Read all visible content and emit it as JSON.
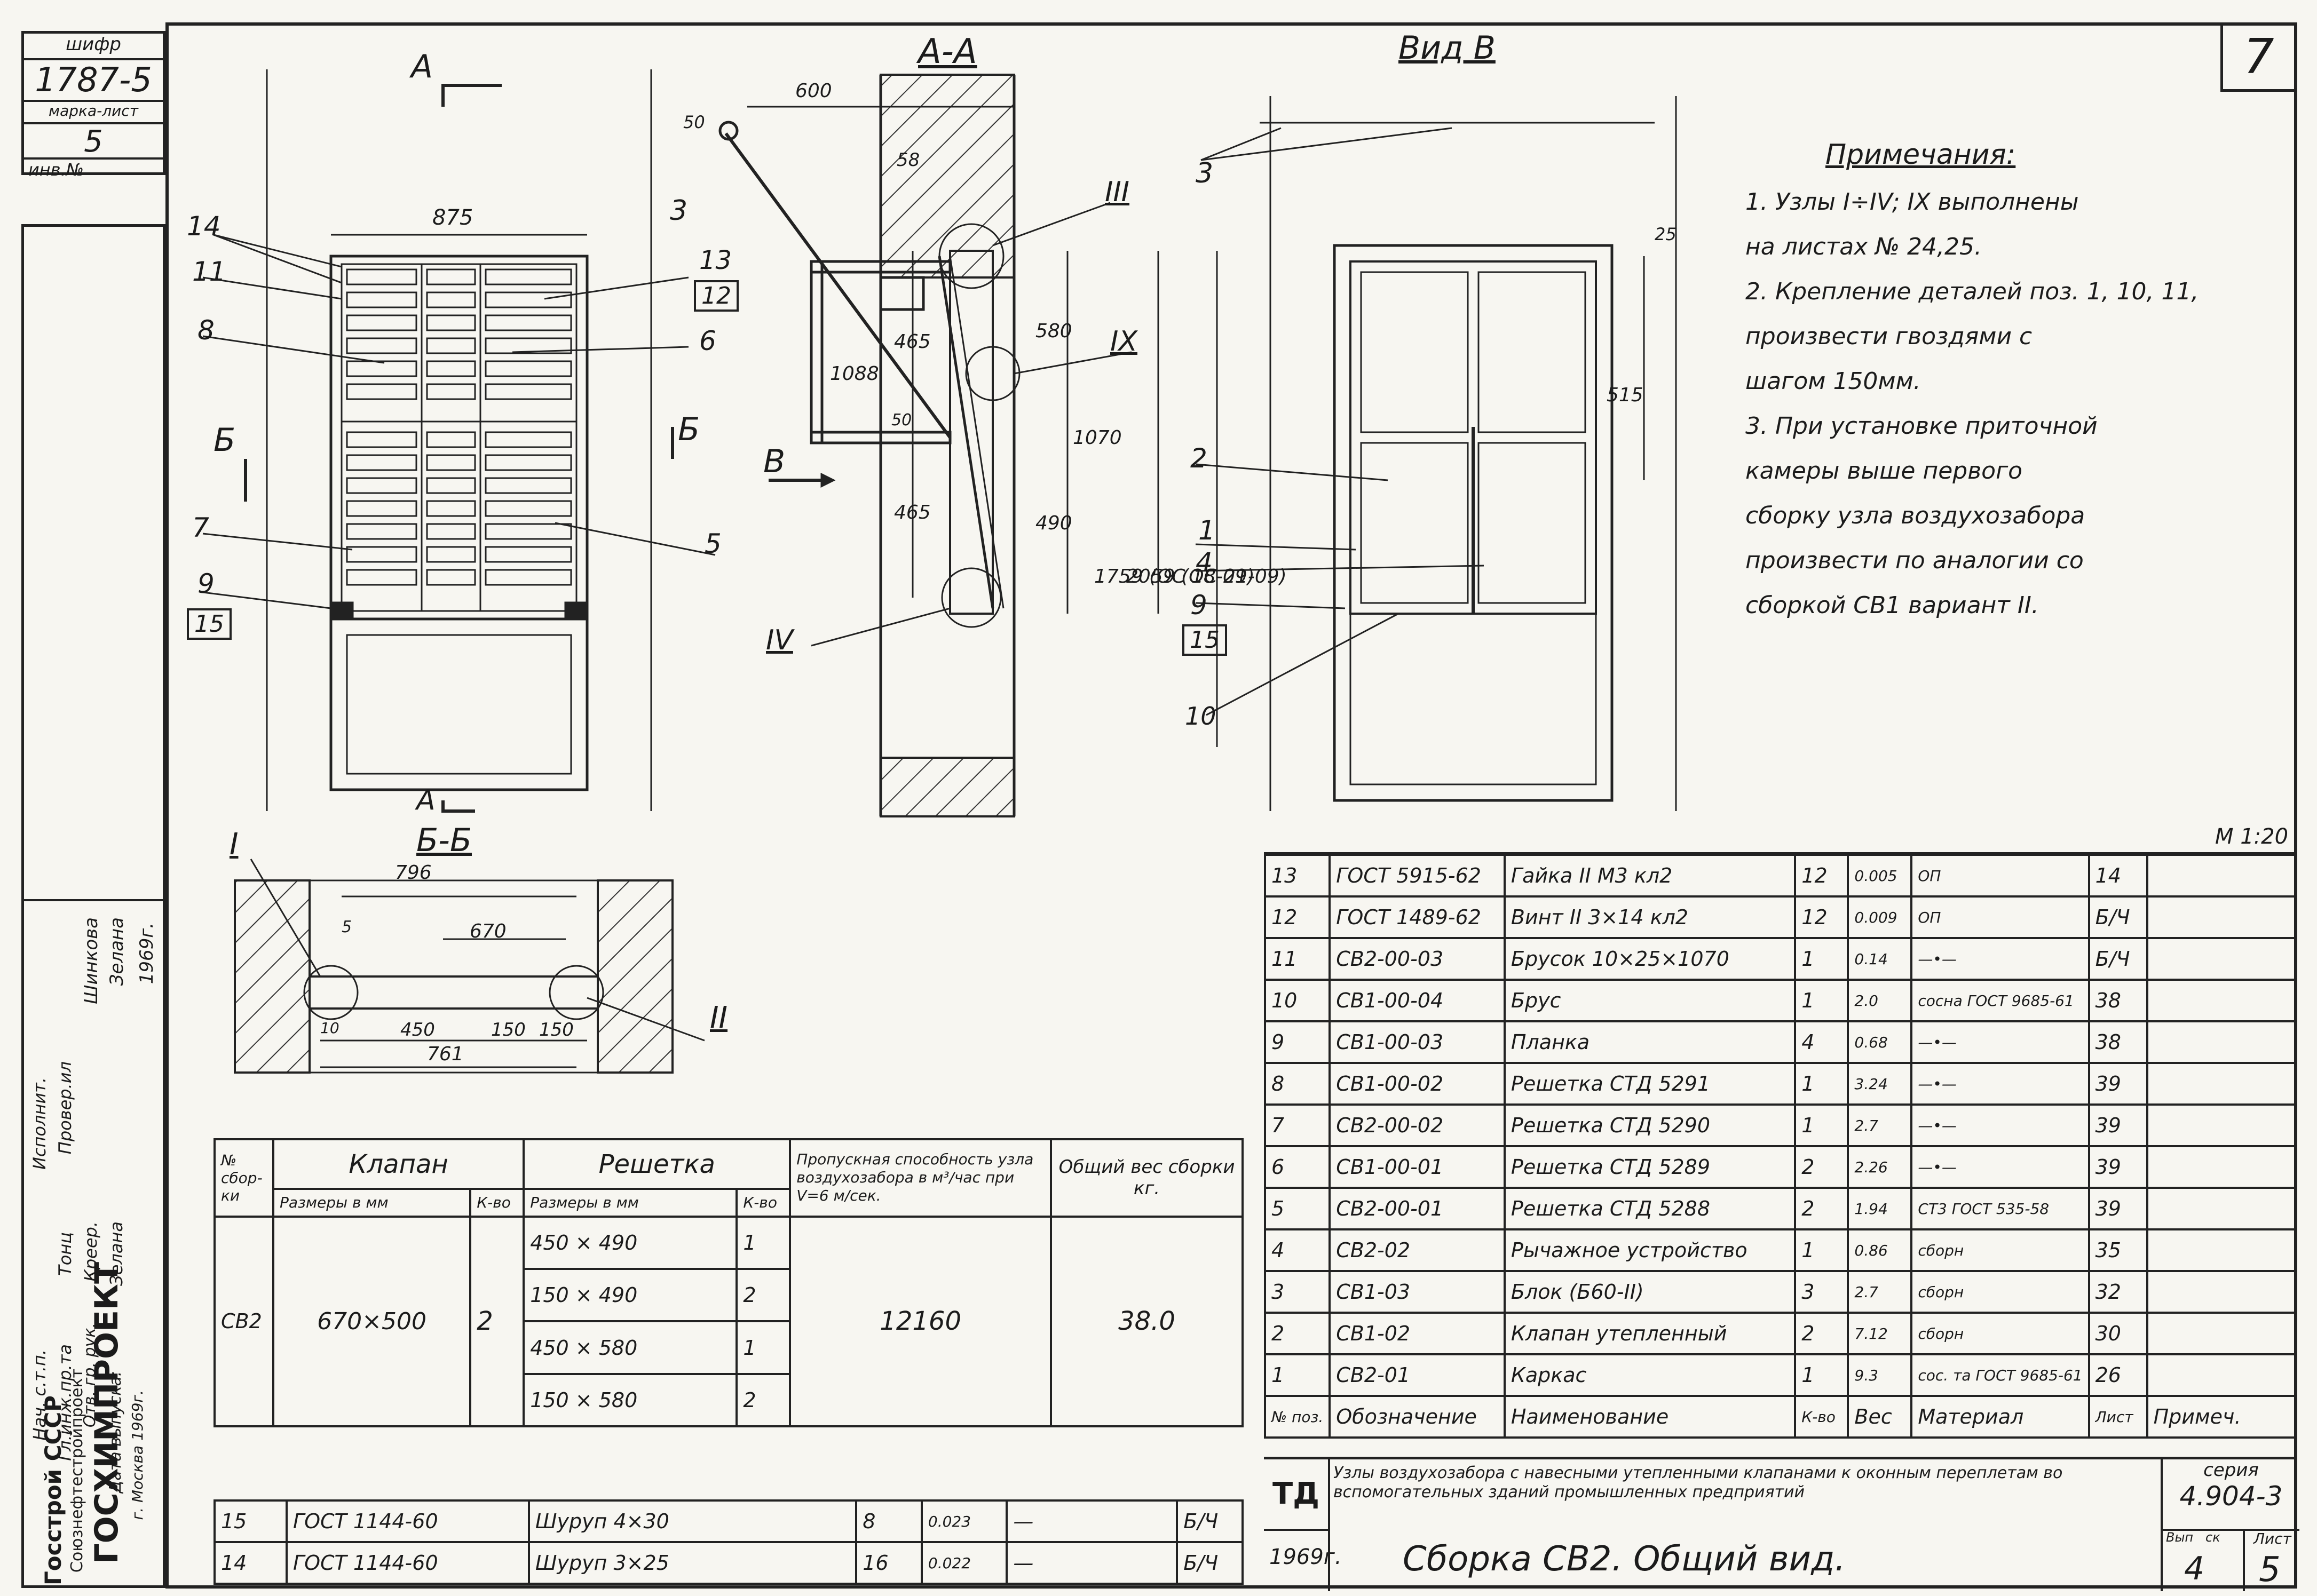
{
  "sheet_number": "7",
  "cipher_block": {
    "label_shifr": "шифр",
    "code": "1787-5",
    "label_marka": "марка-лист",
    "marka_value": "5",
    "label_inv": "инв.№"
  },
  "side_stamp": {
    "org1": "Госстрой СССР",
    "org2": "Союзнефтестройпроект",
    "org3": "ГОСХИМПРОЕКТ",
    "org4": "г. Москва 1969г.",
    "roles": [
      "Исполнит.",
      "Провер.ил",
      "Нач. с.т.п.",
      "Гл.инж.пр.та",
      "Отв. гр. рук.",
      "Дата выпуска:"
    ],
    "names": [
      "Шинкова",
      "Зелана",
      "Креер.",
      "Тонц",
      "Зелана"
    ],
    "year": "1969г."
  },
  "views": {
    "plan_title": "А",
    "section_aa": "А-А",
    "view_b": "Вид В",
    "section_bb": "Б-Б",
    "arrow_b": "В",
    "section_b_left": "Б",
    "section_b_right": "Б",
    "cut_a_bottom": "А",
    "scale": "М 1:20"
  },
  "dims": {
    "d875": "875",
    "d600": "600",
    "d58": "58",
    "d50": "50",
    "d465a": "465",
    "d465b": "465",
    "d580": "580",
    "d1088": "1088",
    "d1070": "1070",
    "d490": "490",
    "d1759": "1759 (ОС 18-09)",
    "d2059": "2059 (ОС 21-09)",
    "d25": "25",
    "d515": "515",
    "d796": "796",
    "d670": "670",
    "d5": "5",
    "d450": "450",
    "d150a": "150",
    "d150b": "150",
    "d10": "10",
    "d761": "761",
    "d50b": "50"
  },
  "callouts": {
    "c14": "14",
    "c11": "11",
    "c8": "8",
    "c7": "7",
    "c9": "9",
    "c15": "15",
    "c13": "13",
    "c12": "12",
    "c6": "6",
    "c5": "5",
    "c3": "3",
    "c3b": "3",
    "cIII": "III",
    "cIX": "IX",
    "cIV": "IV",
    "c2": "2",
    "c1": "1",
    "c4": "4",
    "c9b": "9",
    "c15b": "15",
    "c10": "10",
    "cI": "I",
    "cII": "II"
  },
  "notes": {
    "title": "Примечания:",
    "lines": [
      "1. Узлы I÷IV; IX выполнены",
      "на листах № 24,25.",
      "2. Крепление деталей поз. 1, 10, 11,",
      "произвести гвоздями с",
      "шагом 150мм.",
      "3. При установке приточной",
      "камеры выше первого",
      "сборку узла воздухозабора",
      "произвести по аналогии со",
      "сборкой СВ1 вариант II."
    ]
  },
  "spec_table": {
    "rows": [
      [
        "13",
        "ГОСТ 5915-62",
        "Гайка II М3 кл2",
        "12",
        "0.005",
        "ОП",
        "14",
        ""
      ],
      [
        "12",
        "ГОСТ 1489-62",
        "Винт II 3×14 кл2",
        "12",
        "0.009",
        "ОП",
        "Б/Ч",
        ""
      ],
      [
        "11",
        "СВ2-00-03",
        "Брусок 10×25×1070",
        "1",
        "0.14",
        "—•—",
        "Б/Ч",
        ""
      ],
      [
        "10",
        "СВ1-00-04",
        "Брус",
        "1",
        "2.0",
        "сосна ГОСТ 9685-61",
        "38",
        ""
      ],
      [
        "9",
        "СВ1-00-03",
        "Планка",
        "4",
        "0.68",
        "—•—",
        "38",
        ""
      ],
      [
        "8",
        "СВ1-00-02",
        "Решетка СТД 5291",
        "1",
        "3.24",
        "—•—",
        "39",
        ""
      ],
      [
        "7",
        "СВ2-00-02",
        "Решетка СТД 5290",
        "1",
        "2.7",
        "—•—",
        "39",
        ""
      ],
      [
        "6",
        "СВ1-00-01",
        "Решетка СТД 5289",
        "2",
        "2.26",
        "—•—",
        "39",
        ""
      ],
      [
        "5",
        "СВ2-00-01",
        "Решетка СТД 5288",
        "2",
        "1.94",
        "СТ3 ГОСТ 535-58",
        "39",
        ""
      ],
      [
        "4",
        "СВ2-02",
        "Рычажное устройство",
        "1",
        "0.86",
        "сборн",
        "35",
        ""
      ],
      [
        "3",
        "СВ1-03",
        "Блок (Б60-II)",
        "3",
        "2.7",
        "сборн",
        "32",
        ""
      ],
      [
        "2",
        "СВ1-02",
        "Клапан утепленный",
        "2",
        "7.12",
        "сборн",
        "30",
        ""
      ],
      [
        "1",
        "СВ2-01",
        "Каркас",
        "1",
        "9.3",
        "сос. та ГОСТ 9685-61",
        "26",
        ""
      ]
    ],
    "header": [
      "№ поз.",
      "Обозначение",
      "Наименование",
      "К-во",
      "Вес",
      "Материал",
      "Лист",
      "Примеч."
    ]
  },
  "title_block": {
    "td": "ТД",
    "series_label": "серия",
    "series": "4.904-3",
    "description": "Узлы воздухозабора с навесными утепленными клапанами к оконным переплетам во вспомогательных зданий промышленных предприятий",
    "year": "1969г.",
    "drawing_name": "Сборка СВ2. Общий вид.",
    "label_vyp": "Вып",
    "label_sk": "ск",
    "label_list": "Лист",
    "vyp": "4",
    "list": "5"
  },
  "assembly_table": {
    "h_no": "№ сбор-ки",
    "h_klapan": "Клапан",
    "h_reshetka": "Решетка",
    "h_capacity": "Пропускная способность узла воздухозабора в м³/час при V=6 м/сек.",
    "h_weight": "Общий вес сборки кг.",
    "h_sizes1": "Размеры в мм",
    "h_qty1": "К-во",
    "h_sizes2": "Размеры в мм",
    "h_qty2": "К-во",
    "no": "СВ2",
    "klapan_size": "670×500",
    "klapan_qty": "2",
    "grilles": [
      {
        "size": "450 × 490",
        "qty": "1"
      },
      {
        "size": "150 × 490",
        "qty": "2"
      },
      {
        "size": "450 × 580",
        "qty": "1"
      },
      {
        "size": "150 × 580",
        "qty": "2"
      }
    ],
    "capacity": "12160",
    "weight": "38.0"
  },
  "screw_table": {
    "rows": [
      [
        "15",
        "ГОСТ 1144-60",
        "Шуруп 4×30",
        "8",
        "0.023",
        "—",
        "Б/Ч"
      ],
      [
        "14",
        "ГОСТ 1144-60",
        "Шуруп 3×25",
        "16",
        "0.022",
        "—",
        "Б/Ч"
      ]
    ]
  }
}
